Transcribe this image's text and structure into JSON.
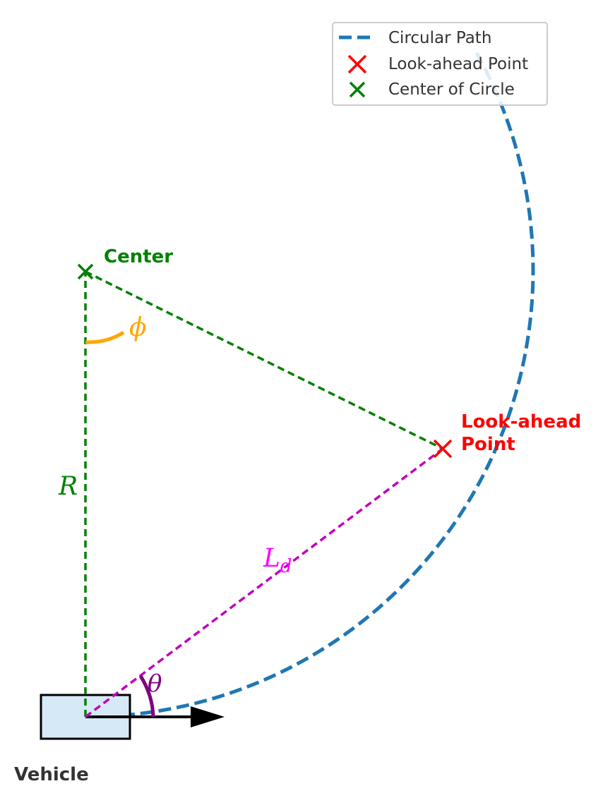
{
  "diagram": {
    "labels": {
      "center": "Center",
      "lookahead_line1": "Look-ahead",
      "lookahead_line2": "Point",
      "vehicle": "Vehicle",
      "radius": "R",
      "phi": "ϕ",
      "theta": "θ",
      "ld_main": "L",
      "ld_sub": "d"
    },
    "legend": {
      "items": [
        {
          "label": "Circular Path",
          "marker": "dashed-line",
          "color": "#1f77b4"
        },
        {
          "label": "Look-ahead Point",
          "marker": "x",
          "color": "#ff0000"
        },
        {
          "label": "Center of Circle",
          "marker": "x",
          "color": "#008000"
        }
      ]
    },
    "colors": {
      "path": "#1f77b4",
      "radius": "#008000",
      "lookahead": "#ff0000",
      "chord": "#bf00bf",
      "ld_label": "#ff00ff",
      "phi": "#ffa500",
      "theta": "#800080",
      "vehicle_fill": "#d6e9f7",
      "vehicle_stroke": "#000000",
      "text_dark": "#333333"
    }
  }
}
